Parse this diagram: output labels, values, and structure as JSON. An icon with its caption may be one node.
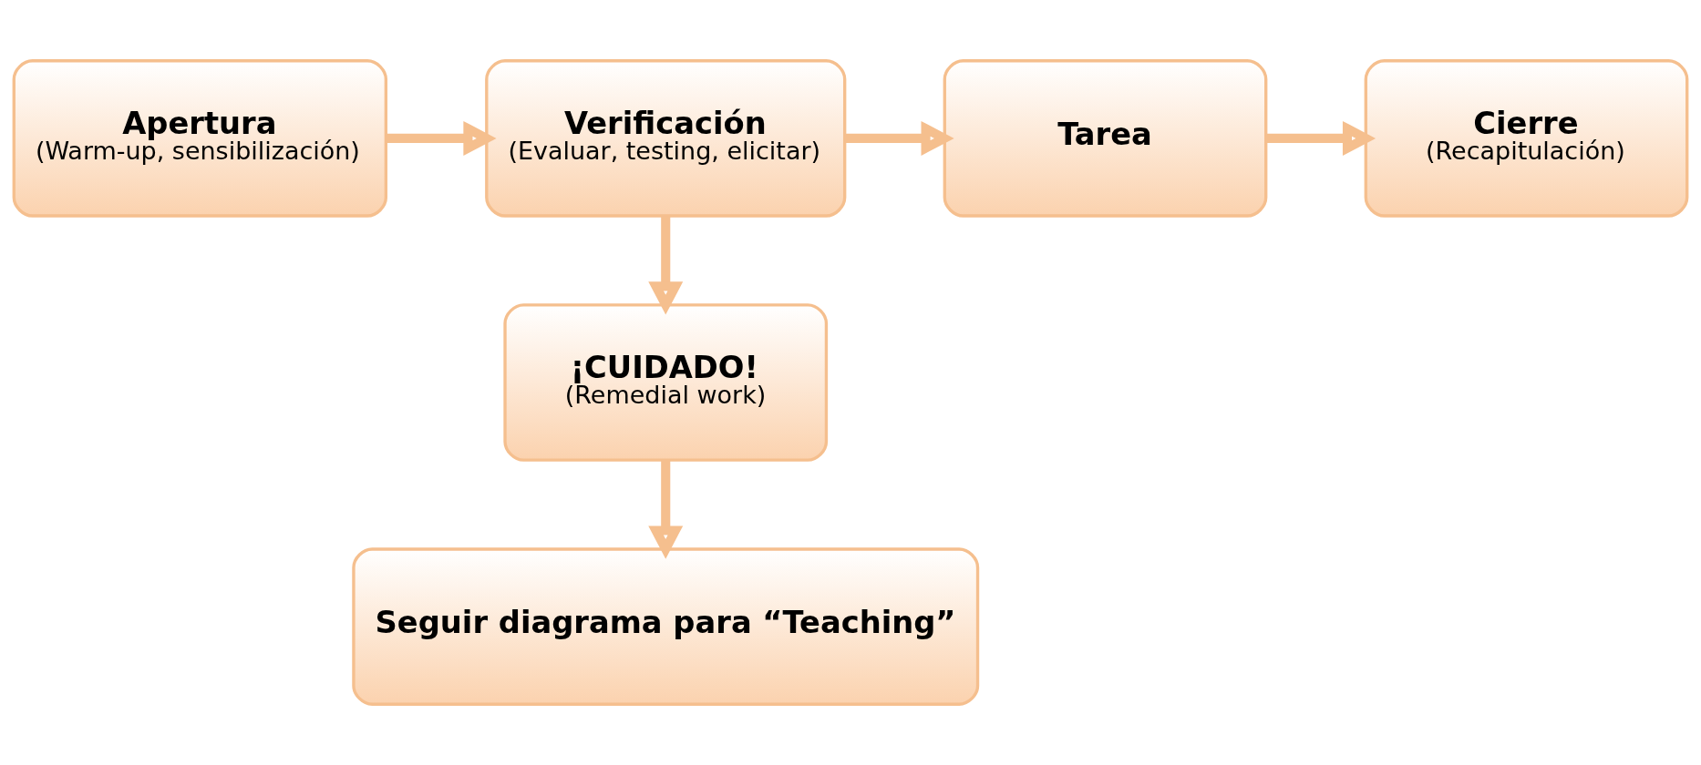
{
  "diagram": {
    "nodes": [
      {
        "text": [
          "Apertura",
          "(Warm-up, sensibilización)"
        ]
      },
      {
        "text": [
          "Verificación",
          "(Evaluar, testing, elicitar)"
        ]
      },
      {
        "text": [
          "Tarea"
        ]
      },
      {
        "text": [
          "Cierre",
          "(Recapitulación)"
        ]
      },
      {
        "text": [
          "¡CUIDADO!",
          "(Remedial work)"
        ]
      },
      {
        "text": [
          "Seguir diagrama para “Teaching”"
        ]
      }
    ],
    "edges": [
      {
        "from": 0,
        "to": 1,
        "arrow": "to"
      },
      {
        "from": 1,
        "to": 2,
        "arrow": "to"
      },
      {
        "from": 2,
        "to": 3,
        "arrow": "to"
      },
      {
        "from": 1,
        "to": 4,
        "arrow": "to"
      },
      {
        "from": 4,
        "to": 5,
        "arrow": "to"
      }
    ]
  }
}
